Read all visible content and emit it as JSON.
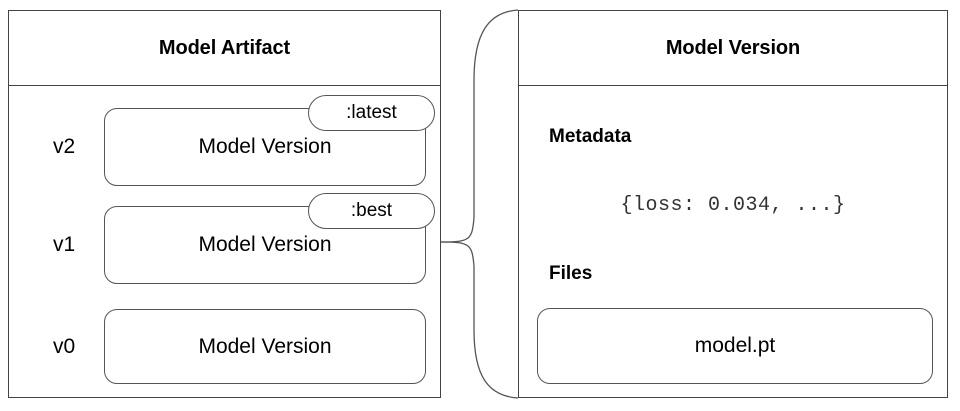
{
  "diagram": {
    "title_left": "Model Artifact",
    "title_right": "Model Version",
    "artifact": {
      "header": "Model Artifact",
      "versions": [
        {
          "label": "v2",
          "box_text": "Model Version",
          "tag": ":latest"
        },
        {
          "label": "v1",
          "box_text": "Model Version",
          "tag": ":best"
        },
        {
          "label": "v0",
          "box_text": "Model Version",
          "tag": ""
        }
      ]
    },
    "version_detail": {
      "header": "Model Version",
      "metadata_heading": "Metadata",
      "metadata_value": "{loss: 0.034, ...}",
      "files_heading": "Files",
      "files": [
        {
          "name": "model.pt"
        }
      ]
    },
    "connector": {
      "name": "brace-connector",
      "description": "curly-brace link from v1 model version to model version detail panel"
    },
    "colors": {
      "background": "#ffffff",
      "panel_border": "#444444",
      "box_border": "#555555",
      "text": "#000000",
      "mono_text": "#333333"
    }
  }
}
